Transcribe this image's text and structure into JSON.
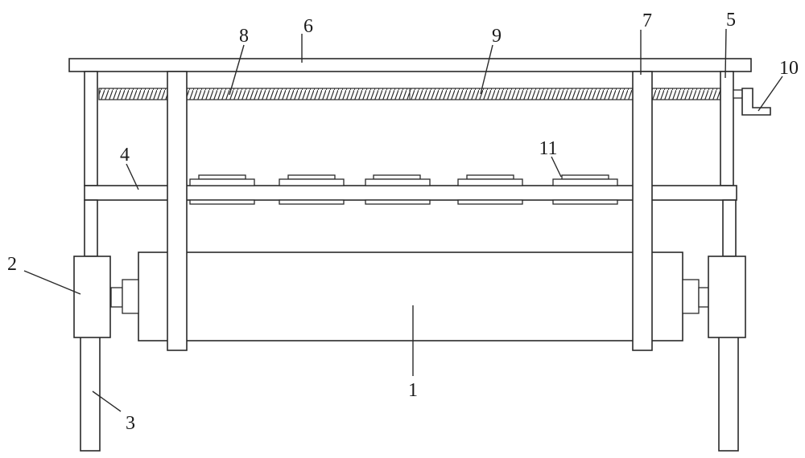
{
  "figure": {
    "labels": {
      "roller": "1",
      "bearing_block": "2",
      "leg": "3",
      "cross_frame": "4",
      "support_post": "5",
      "top_plate": "6",
      "slider_post": "7",
      "thread_left": "8",
      "thread_right": "9",
      "crank_handle": "10",
      "pressing_block": "11"
    }
  }
}
